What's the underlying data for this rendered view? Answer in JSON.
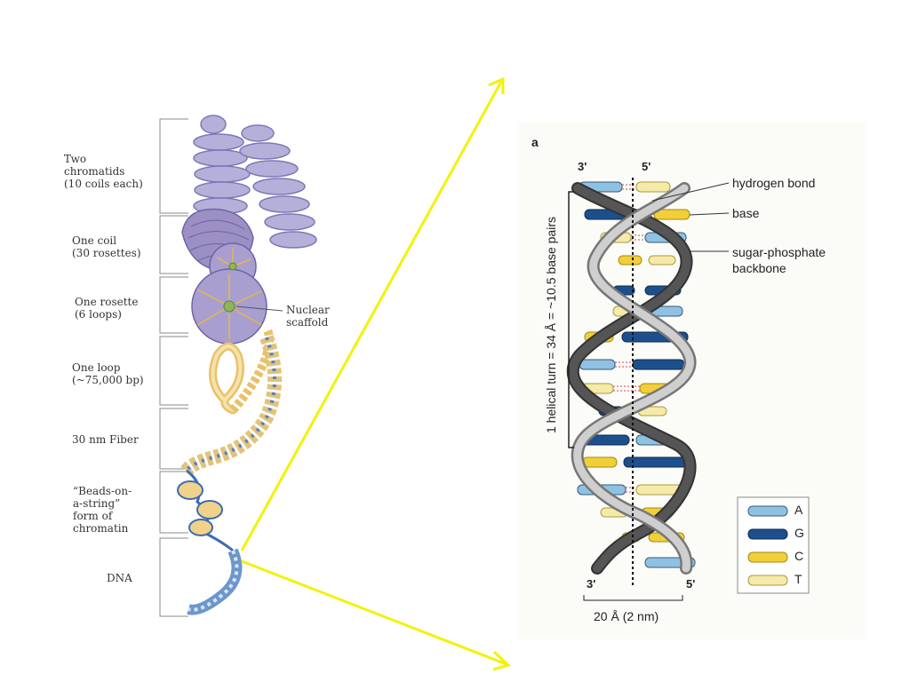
{
  "chromosome": {
    "levels": [
      {
        "label": "Two\nchromatids\n(10 coils each)"
      },
      {
        "label": "One coil\n(30 rosettes)"
      },
      {
        "label": "One rosette\n(6 loops)"
      },
      {
        "label": "One loop\n(~75,000 bp)"
      },
      {
        "label": "30 nm Fiber"
      },
      {
        "label": "“Beads-on-\na-string”\nform of\nchromatin"
      },
      {
        "label": "DNA"
      }
    ],
    "scaffold_label": "Nuclear\nscaffold"
  },
  "helix": {
    "panel_letter": "a",
    "top_left_end": "3'",
    "top_right_end": "5'",
    "bottom_left_end": "3'",
    "bottom_right_end": "5'",
    "callouts": {
      "hydrogen_bond": "hydrogen bond",
      "base": "base",
      "backbone": "sugar-phosphate\nbackbone"
    },
    "turn_label": "1 helical turn = 34 Å = ~10.5 base pairs",
    "width_label": "20 Å (2 nm)",
    "legend": [
      {
        "letter": "A",
        "color": "#8fc1e3"
      },
      {
        "letter": "G",
        "color": "#1d4f8c"
      },
      {
        "letter": "C",
        "color": "#f0cf3a"
      },
      {
        "letter": "T",
        "color": "#f6eaa8"
      }
    ]
  },
  "colors": {
    "arrow": "#f2f20a",
    "chromatid": "#b4b0da",
    "loop": "#f1d38c",
    "dna_blue": "#6b97cc"
  }
}
